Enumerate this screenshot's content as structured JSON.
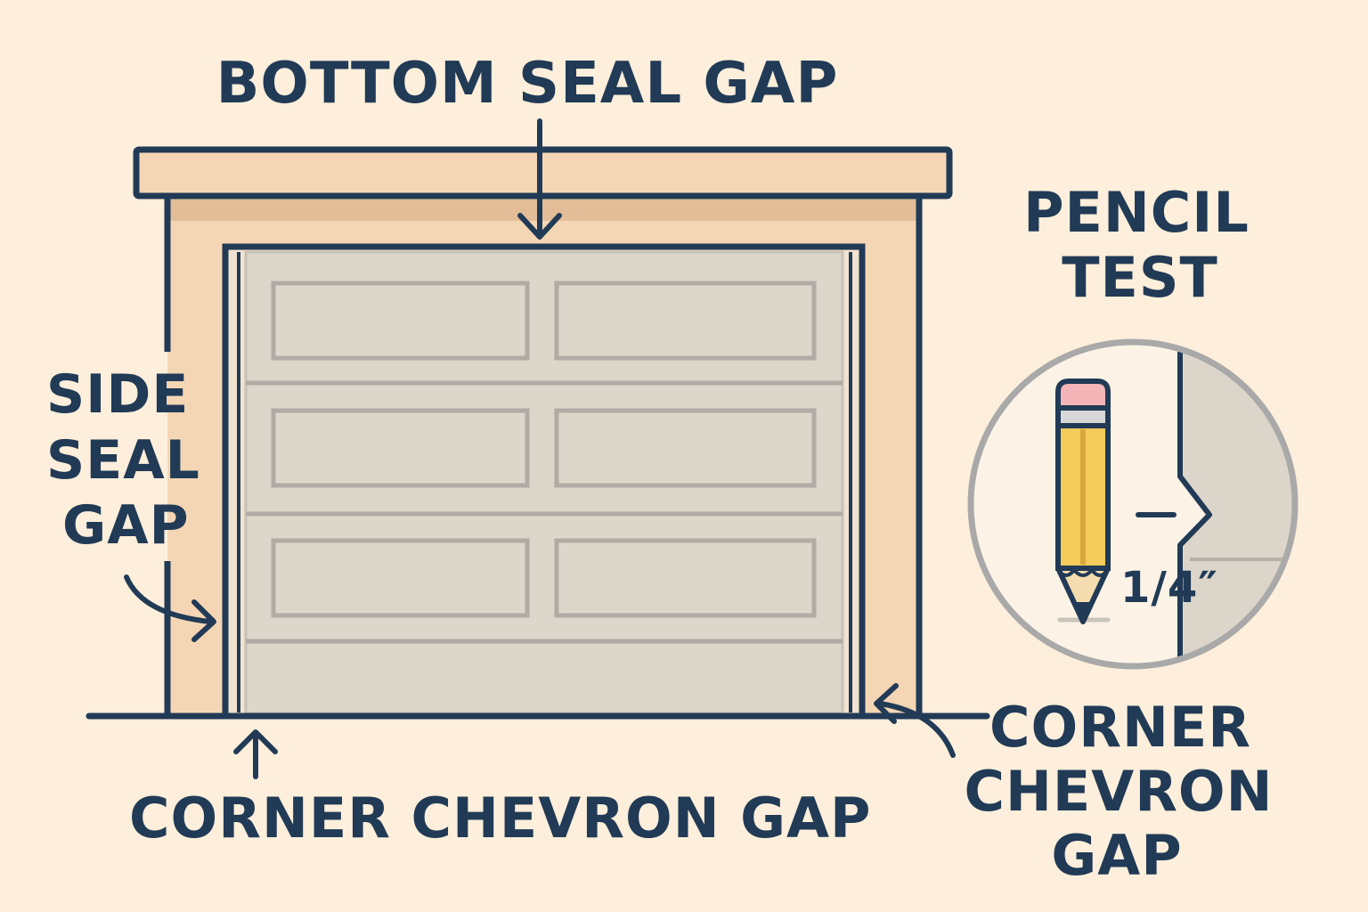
{
  "labels": {
    "bottom_seal_gap": "BOTTOM SEAL GAP",
    "pencil_test_line1": "PENCIL",
    "pencil_test_line2": "TEST",
    "side_seal_gap_line1": "SIDE",
    "side_seal_gap_line2": "SEAL",
    "side_seal_gap_line3": "GAP",
    "corner_chevron_gap_bottom": "CORNER CHEVRON GAP",
    "corner_chevron_gap_right_line1": "CORNER",
    "corner_chevron_gap_right_line2": "CHEVRON",
    "corner_chevron_gap_right_line3": "GAP",
    "measurement": "1/4″"
  },
  "colors": {
    "background": "#fdefdb",
    "outline": "#213a56",
    "frame": "#f5d6b4",
    "frame_shadow": "#e2bd98",
    "door": "#ddd6ca",
    "door_panel_line": "#b0aba4",
    "pencil_body": "#f3cc5a",
    "pencil_eraser": "#f4b5b8",
    "magnifier_ring": "#a9a9a9"
  },
  "icons": {
    "pencil": "pencil-icon",
    "magnifier": "magnifier-icon"
  }
}
